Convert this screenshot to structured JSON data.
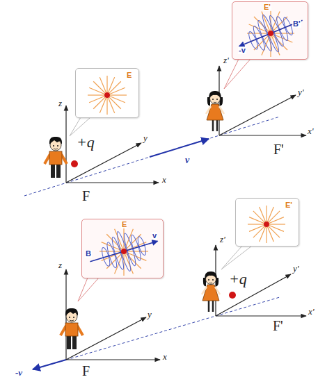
{
  "diagram": {
    "nodes": [
      {
        "text": [
          "E"
        ]
      },
      {
        "text": [
          "E'",
          "B'",
          "-v"
        ]
      },
      {
        "text": [
          "E",
          "B",
          "v"
        ]
      },
      {
        "text": [
          "E'"
        ]
      }
    ],
    "labels": [
      "z",
      "y",
      "x",
      "+q",
      "F",
      "v",
      "z'",
      "y'",
      "x'",
      "F'",
      "z",
      "y",
      "x",
      "F",
      "-v",
      "z'",
      "y'",
      "x'",
      "+q",
      "F'"
    ]
  }
}
